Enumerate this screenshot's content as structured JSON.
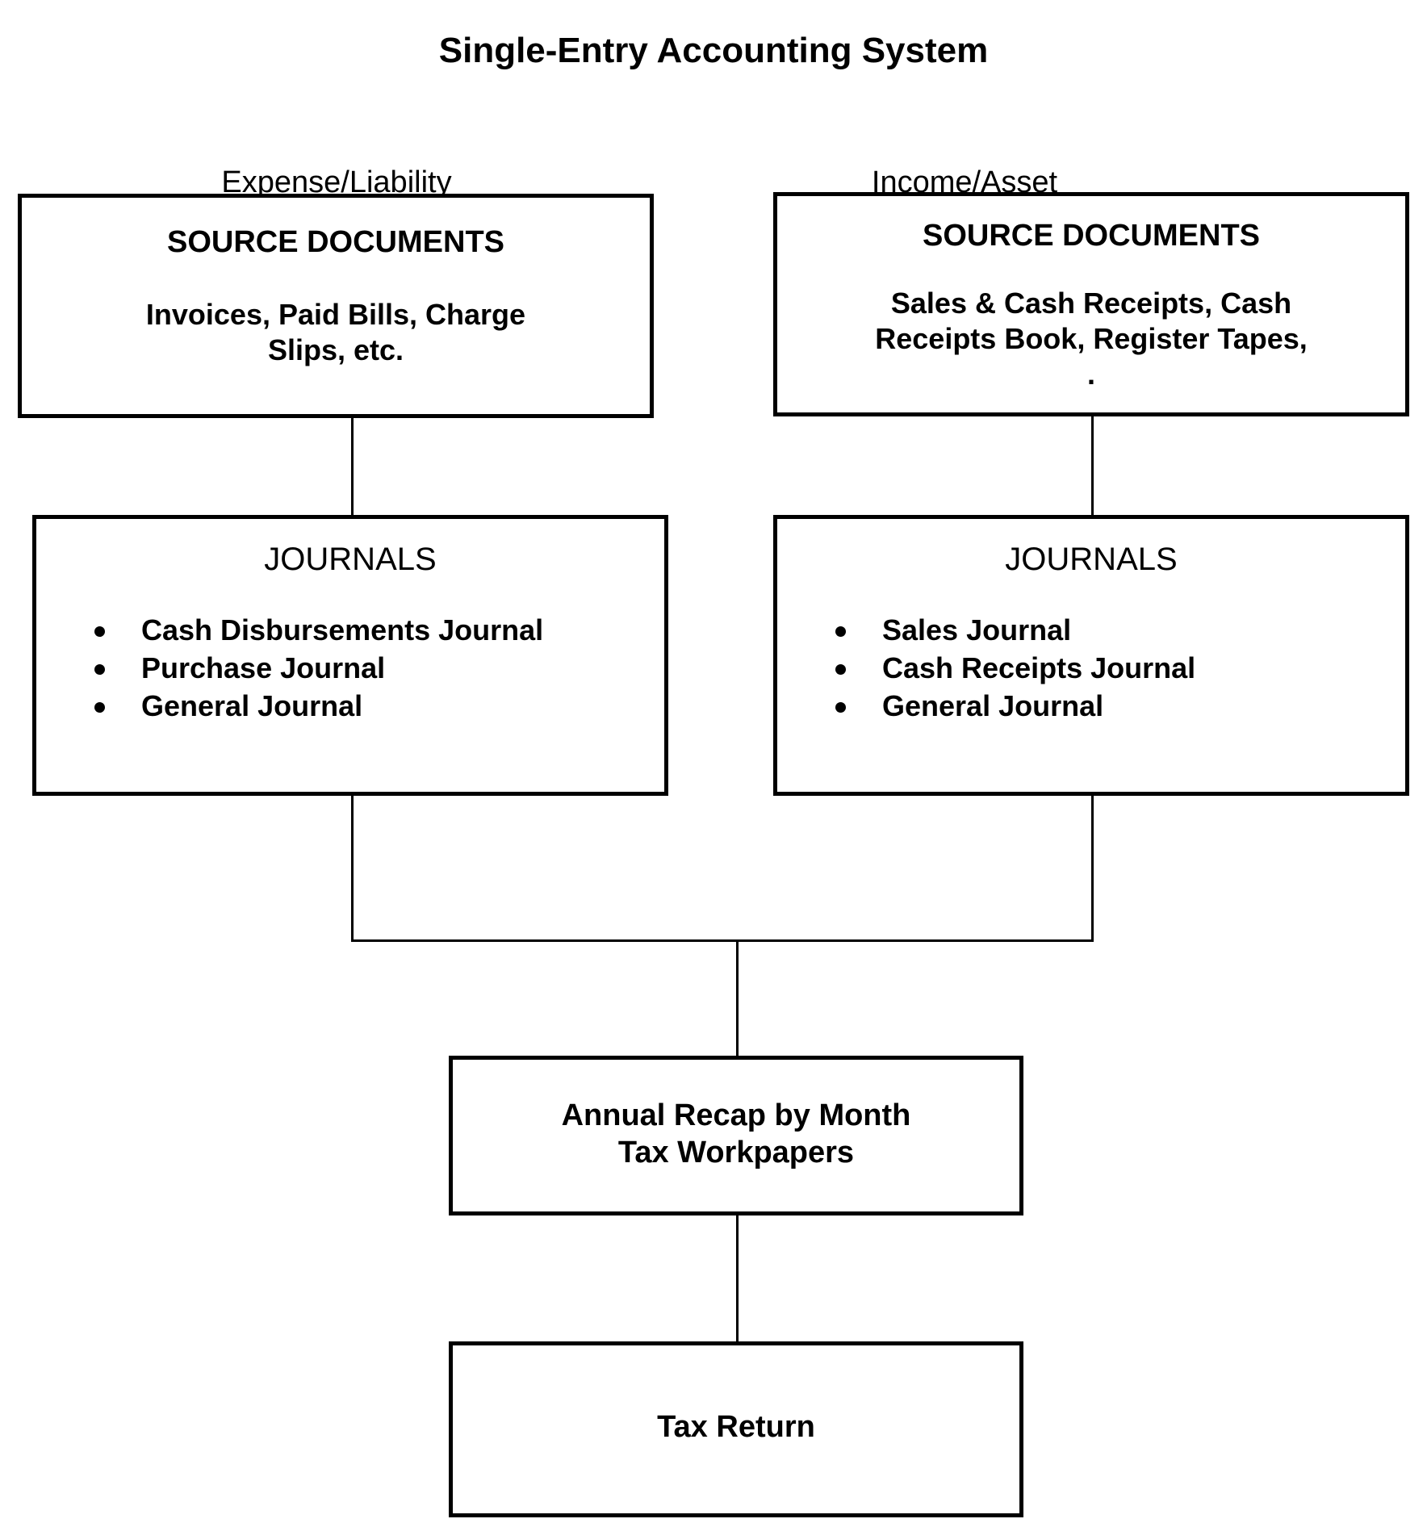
{
  "diagram": {
    "title": "Single-Entry Accounting System",
    "columns": [
      {
        "id": "expense",
        "header": "Expense/Liability"
      },
      {
        "id": "income",
        "header": "Income/Asset"
      }
    ],
    "source_documents": {
      "left": {
        "heading": "SOURCE DOCUMENTS",
        "body_line_1": "Invoices, Paid Bills, Charge",
        "body_line_2": "Slips, etc."
      },
      "right": {
        "heading": "SOURCE DOCUMENTS",
        "body_line_1": "Sales & Cash Receipts, Cash",
        "body_line_2": "Receipts Book, Register Tapes,",
        "body_line_3_clipped": "."
      }
    },
    "journals": {
      "left": {
        "heading": "JOURNALS",
        "items": [
          "Cash Disbursements Journal",
          "Purchase Journal",
          "General Journal"
        ]
      },
      "right": {
        "heading": "JOURNALS",
        "items": [
          "Sales Journal",
          "Cash Receipts Journal",
          "General Journal"
        ]
      }
    },
    "recap": {
      "line_1": "Annual Recap by Month",
      "line_2": "Tax Workpapers"
    },
    "tax_return": {
      "label": "Tax Return"
    },
    "colors": {
      "background": "#ffffff",
      "stroke": "#000000",
      "text": "#000000"
    }
  }
}
